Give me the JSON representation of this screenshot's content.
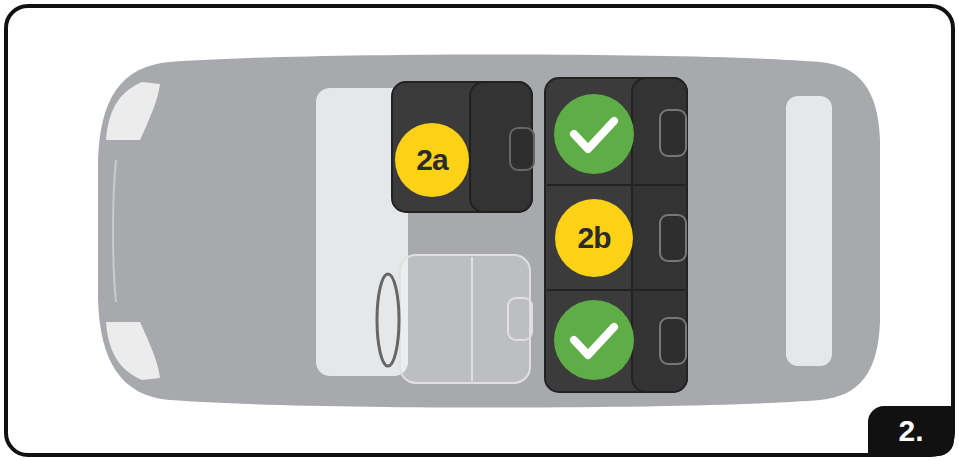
{
  "diagram": {
    "nodes": [
      {
        "text": [
          "2a"
        ]
      },
      {
        "text": [
          "2b"
        ]
      },
      {
        "text": [
          "2."
        ]
      }
    ]
  }
}
